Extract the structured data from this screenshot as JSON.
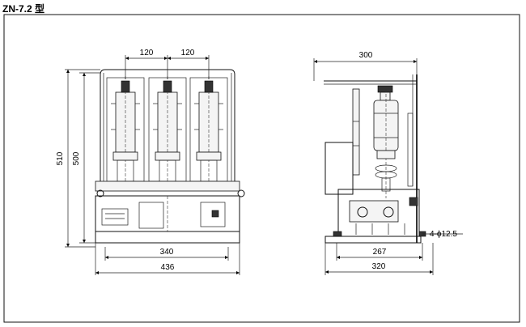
{
  "title": "ZN-7.2 型",
  "front_view": {
    "dims": {
      "pitch_left": "120",
      "pitch_right": "120",
      "total_height": "510",
      "body_height": "500",
      "base_width": "340",
      "total_width": "436"
    }
  },
  "side_view": {
    "dims": {
      "total_depth": "300",
      "hole_spacing": "267",
      "base_depth": "320",
      "mount_holes": "4-ϕ12.5"
    }
  }
}
